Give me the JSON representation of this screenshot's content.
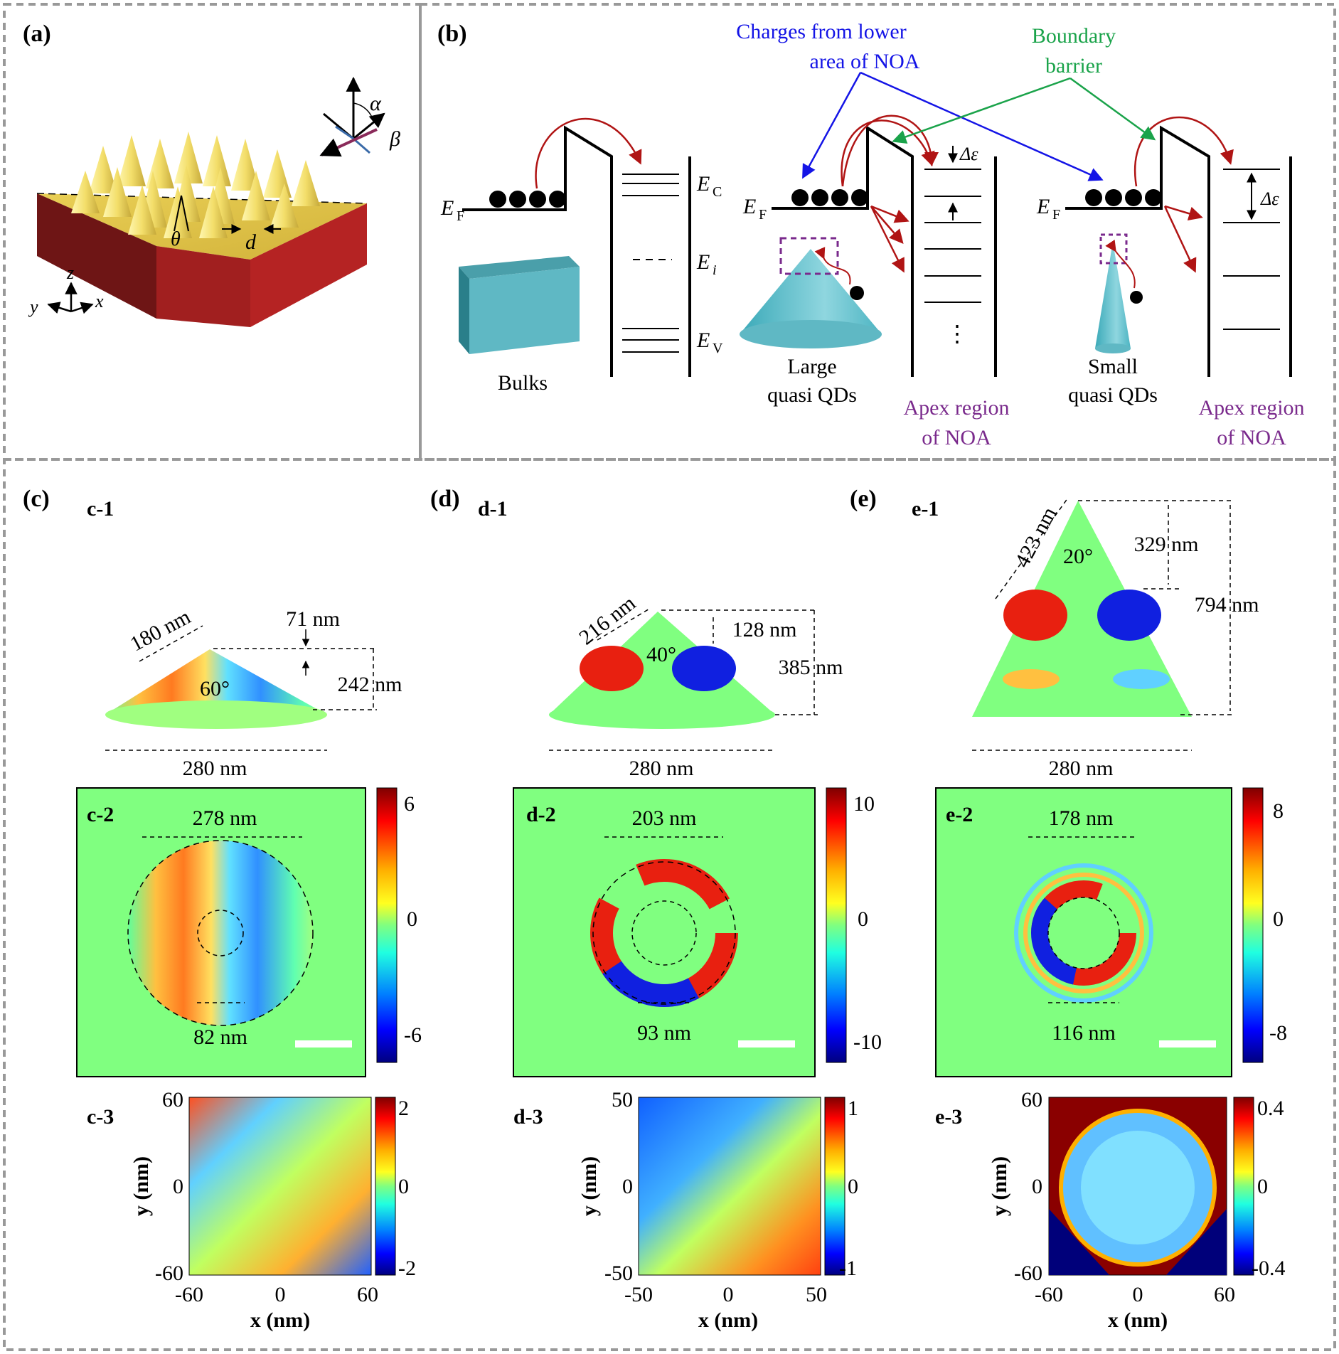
{
  "panels": {
    "a": {
      "label": "(a)",
      "theta": "θ",
      "d": "d",
      "alpha": "α",
      "beta": "β",
      "axis_x": "x",
      "axis_y": "y",
      "axis_z": "z"
    },
    "b": {
      "label": "(b)",
      "charges_line1": "Charges from lower",
      "charges_line2": "area of NOA",
      "boundary_line1": "Boundary",
      "boundary_line2": "barrier",
      "ef": "E",
      "ef_sub": "F",
      "ec": "E",
      "ec_sub": "C",
      "ei": "E",
      "ei_sub": "i",
      "ev": "E",
      "ev_sub": "V",
      "bulks": "Bulks",
      "large_line1": "Large",
      "large_line2": "quasi QDs",
      "small_line1": "Small",
      "small_line2": "quasi QDs",
      "apex_line1": "Apex region",
      "apex_line2": "of NOA",
      "delta_eps": "Δε",
      "dots": "⋮"
    },
    "c": {
      "label": "(c)",
      "c1": "c-1",
      "c2": "c-2",
      "c3": "c-3",
      "slant": "180 nm",
      "tip": "71 nm",
      "height": "242 nm",
      "angle": "60°",
      "base": "280 nm",
      "outer": "278 nm",
      "inner": "82 nm",
      "cb_ticks": [
        "6",
        "0",
        "-6"
      ],
      "c3_cb_ticks": [
        "2",
        "0",
        "-2"
      ],
      "c3_y_ticks": [
        "60",
        "0",
        "-60"
      ],
      "c3_x_ticks": [
        "-60",
        "0",
        "60"
      ]
    },
    "d": {
      "label": "(d)",
      "d1": "d-1",
      "d2": "d-2",
      "d3": "d-3",
      "slant": "216 nm",
      "tip": "128 nm",
      "height": "385 nm",
      "angle": "40°",
      "base": "280 nm",
      "outer": "203 nm",
      "inner": "93 nm",
      "cb_ticks": [
        "10",
        "0",
        "-10"
      ],
      "d3_cb_ticks": [
        "1",
        "0",
        "-1"
      ],
      "d3_y_ticks": [
        "50",
        "0",
        "-50"
      ],
      "d3_x_ticks": [
        "-50",
        "0",
        "50"
      ]
    },
    "e": {
      "label": "(e)",
      "e1": "e-1",
      "e2": "e-2",
      "e3": "e-3",
      "slant": "423 nm",
      "tip": "329 nm",
      "height": "794 nm",
      "angle": "20°",
      "base": "280 nm",
      "outer": "178 nm",
      "inner": "116 nm",
      "cb_ticks": [
        "8",
        "0",
        "-8"
      ],
      "e3_cb_ticks": [
        "0.4",
        "0",
        "-0.4"
      ],
      "e3_y_ticks": [
        "60",
        "0",
        "-60"
      ],
      "e3_x_ticks": [
        "-60",
        "0",
        "60"
      ]
    },
    "axes": {
      "xlabel": "x (nm)",
      "ylabel": "y (nm)"
    }
  },
  "colors": {
    "charges": "#1414e6",
    "boundary": "#1aa34a",
    "apex": "#7a2a8c",
    "arrow": "#b01414",
    "frame": "#999999"
  }
}
